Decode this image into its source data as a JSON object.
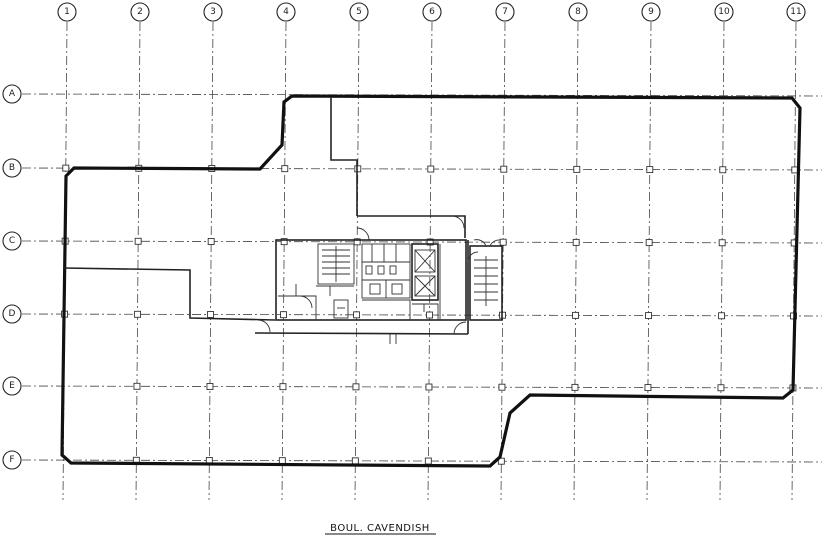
{
  "columns": [
    "1",
    "2",
    "3",
    "4",
    "5",
    "6",
    "7",
    "8",
    "9",
    "10",
    "11"
  ],
  "rows": [
    "A",
    "B",
    "C",
    "D",
    "E",
    "F"
  ],
  "street_label": "BOUL. CAVENDISH"
}
